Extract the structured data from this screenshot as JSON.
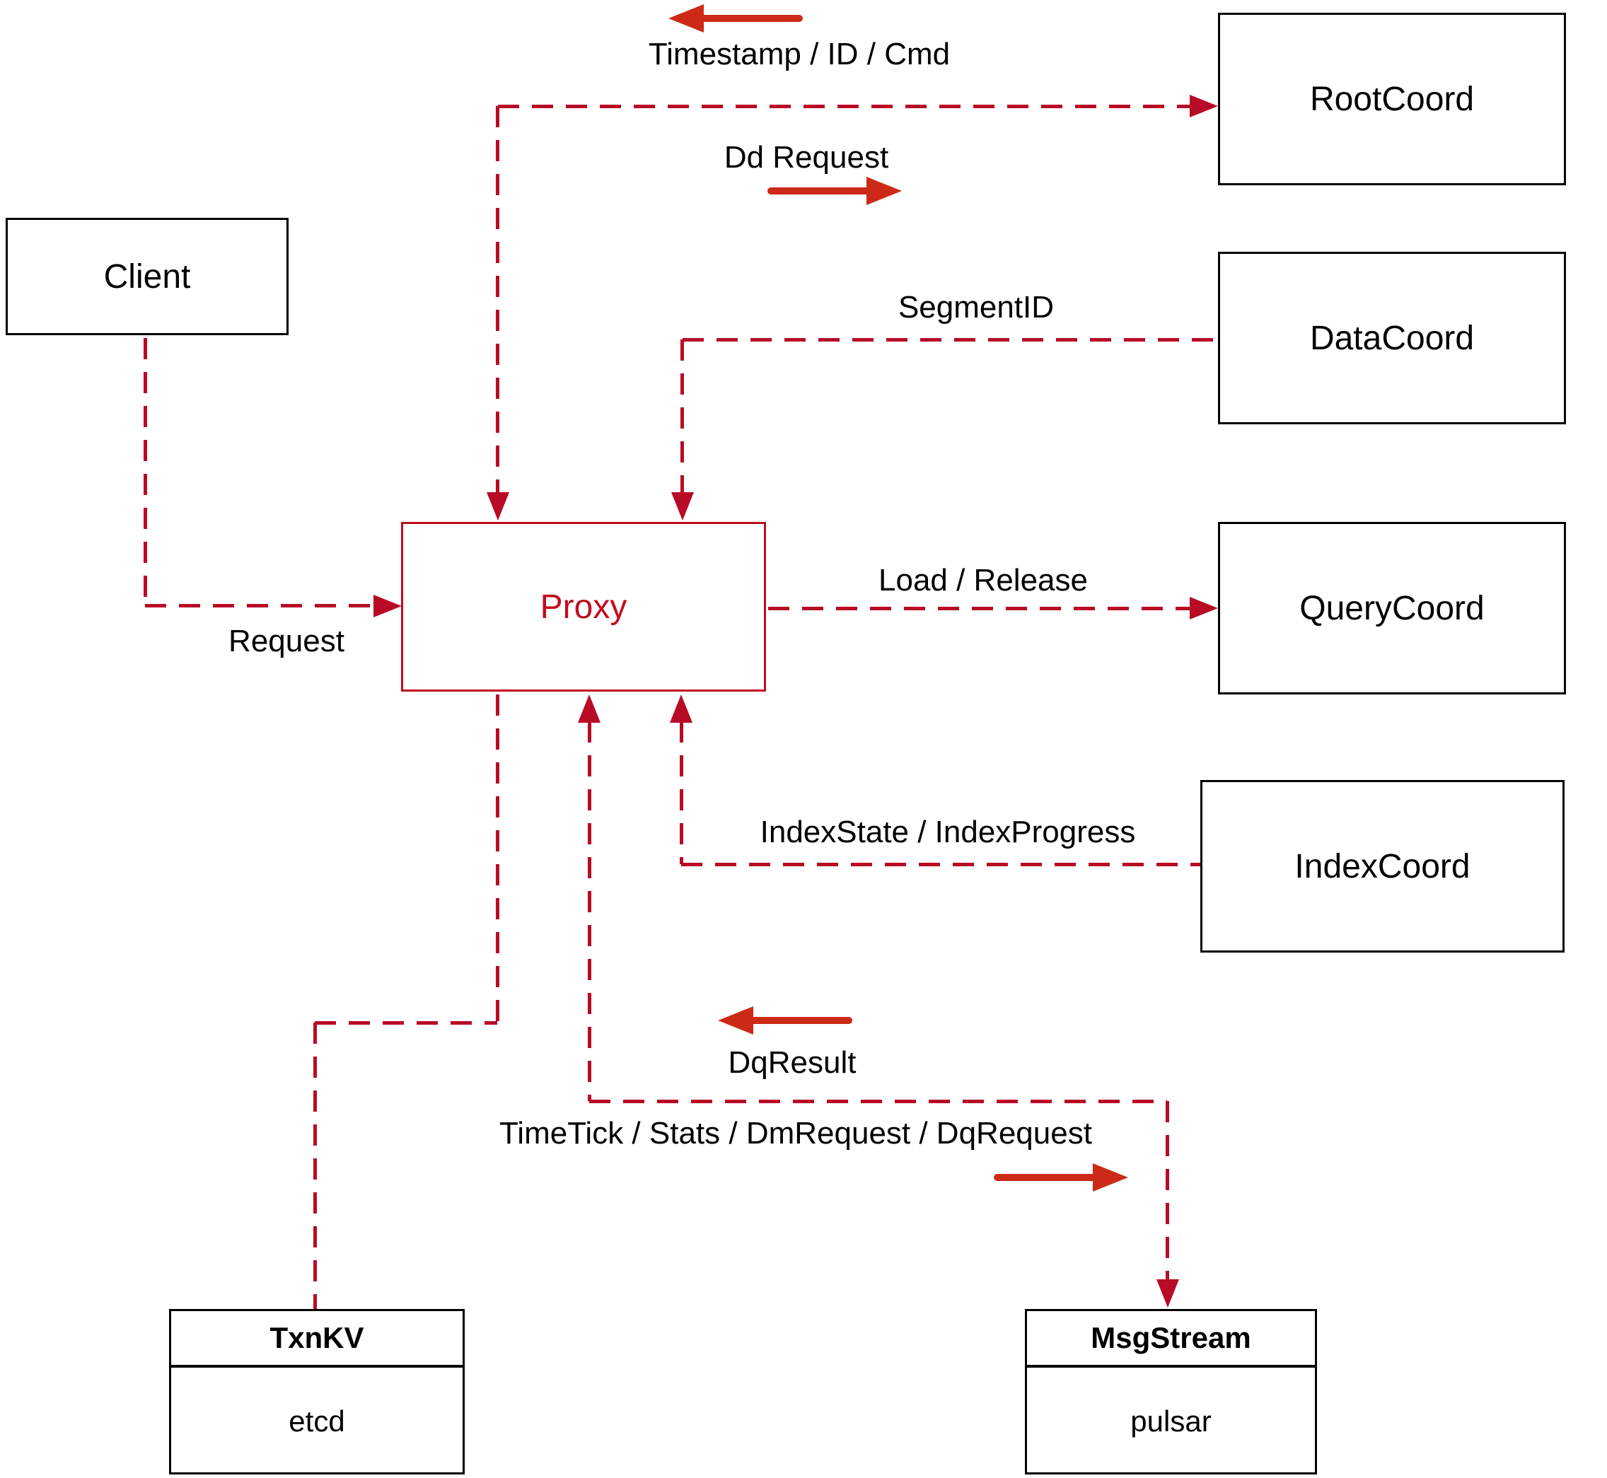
{
  "nodes": {
    "client": "Client",
    "proxy": "Proxy",
    "rootcoord": "RootCoord",
    "datacoord": "DataCoord",
    "querycoord": "QueryCoord",
    "indexcoord": "IndexCoord",
    "txnkv": {
      "title": "TxnKV",
      "impl": "etcd"
    },
    "msgstream": {
      "title": "MsgStream",
      "impl": "pulsar"
    }
  },
  "edges": {
    "root_back": "Timestamp / ID / Cmd",
    "root_forward": "Dd Request",
    "data": "SegmentID",
    "query": "Load / Release",
    "index": "IndexState / IndexProgress",
    "client": "Request",
    "msg_back": "DqResult",
    "msg_forward": "TimeTick / Stats / DmRequest / DqRequest"
  },
  "colors": {
    "line": "#b80b26",
    "arrow": "#cc2a16",
    "proxy": "#c00d1e",
    "box_border": "#000000",
    "background": "#ffffff",
    "text": "#000000"
  }
}
